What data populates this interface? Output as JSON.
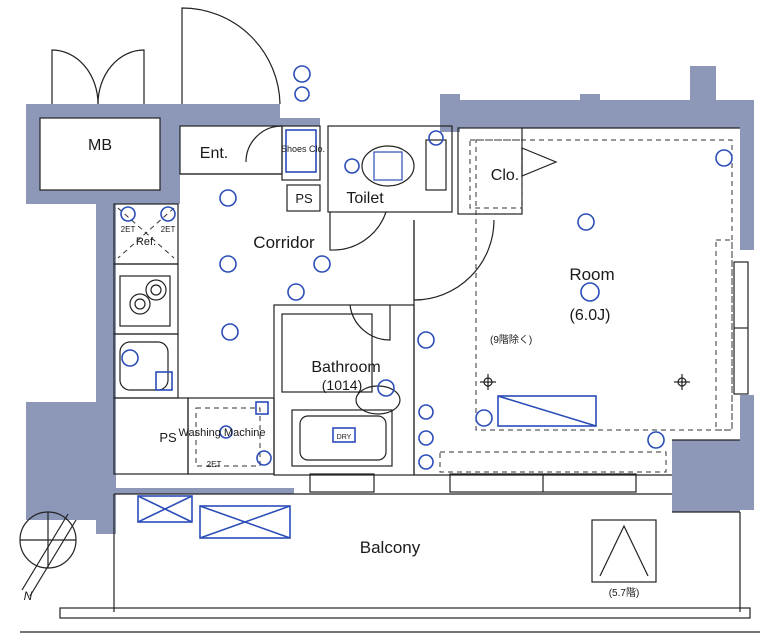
{
  "rooms": {
    "mb": "MB",
    "ent": "Ent.",
    "shoes": "Shoes Clo.",
    "ps_top": "PS",
    "toilet": "Toilet",
    "clo": "Clo.",
    "ref": "Ref.",
    "corridor": "Corridor",
    "room": "Room",
    "room_size": "(6.0J)",
    "bathroom": "Bathroom",
    "bathroom_size": "(1014)",
    "washing": "Washing Machine",
    "ps_left": "PS",
    "balcony": "Balcony"
  },
  "notes": {
    "excl_floor": "(9階除く)",
    "floors": "(5.7階)",
    "dry": "DRY",
    "twoet_a": "2ET",
    "twoet_b": "2ET",
    "twoet_c": "2ET",
    "north": "N"
  },
  "colors": {
    "wall": "#8d98b8",
    "fixture": "#2b4db8",
    "line": "#222222"
  }
}
